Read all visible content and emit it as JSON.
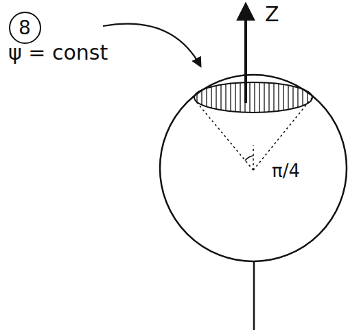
{
  "diagram": {
    "nodes": [
      {
        "text": [
          "8"
        ]
      }
    ],
    "labels": [
      "ψ = const",
      "Z",
      "π/4"
    ]
  }
}
